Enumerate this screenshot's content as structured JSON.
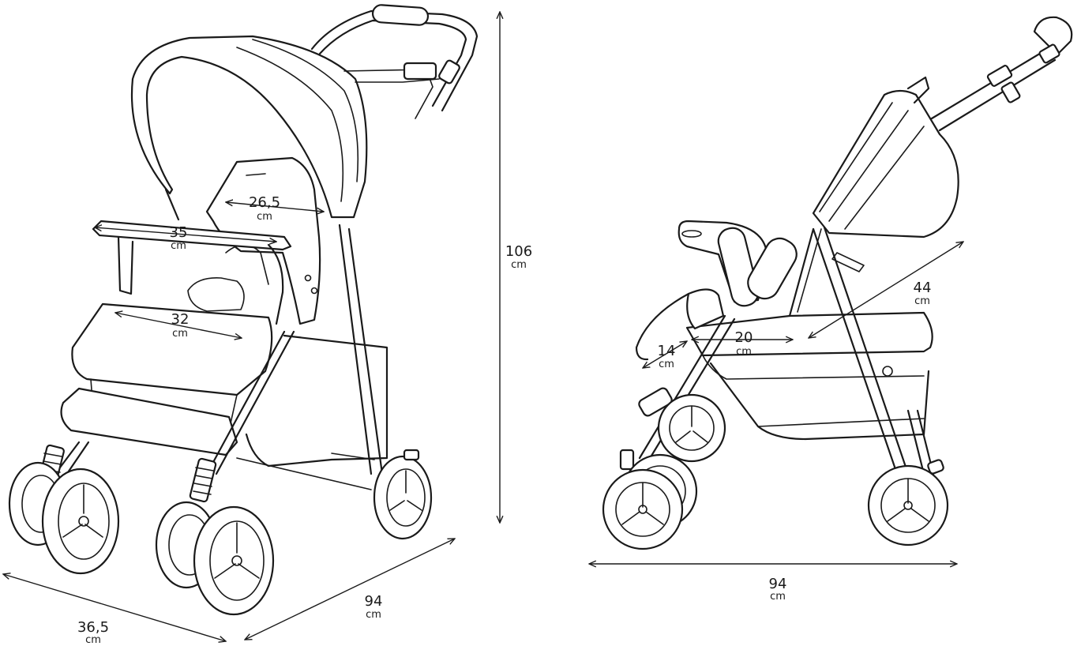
{
  "colors": {
    "ink": "#1a1a1a",
    "background": "#ffffff"
  },
  "dimensions": {
    "height_total": {
      "value": "106",
      "unit": "cm"
    },
    "width_front": {
      "value": "36,5",
      "unit": "cm"
    },
    "depth_front": {
      "value": "94",
      "unit": "cm"
    },
    "length_side": {
      "value": "94",
      "unit": "cm"
    },
    "canopy_width": {
      "value": "26,5",
      "unit": "cm"
    },
    "armrest_width": {
      "value": "35",
      "unit": "cm"
    },
    "seat_width": {
      "value": "32",
      "unit": "cm"
    },
    "backrest_length": {
      "value": "44",
      "unit": "cm"
    },
    "seat_depth": {
      "value": "20",
      "unit": "cm"
    },
    "footrest_length": {
      "value": "14",
      "unit": "cm"
    }
  }
}
